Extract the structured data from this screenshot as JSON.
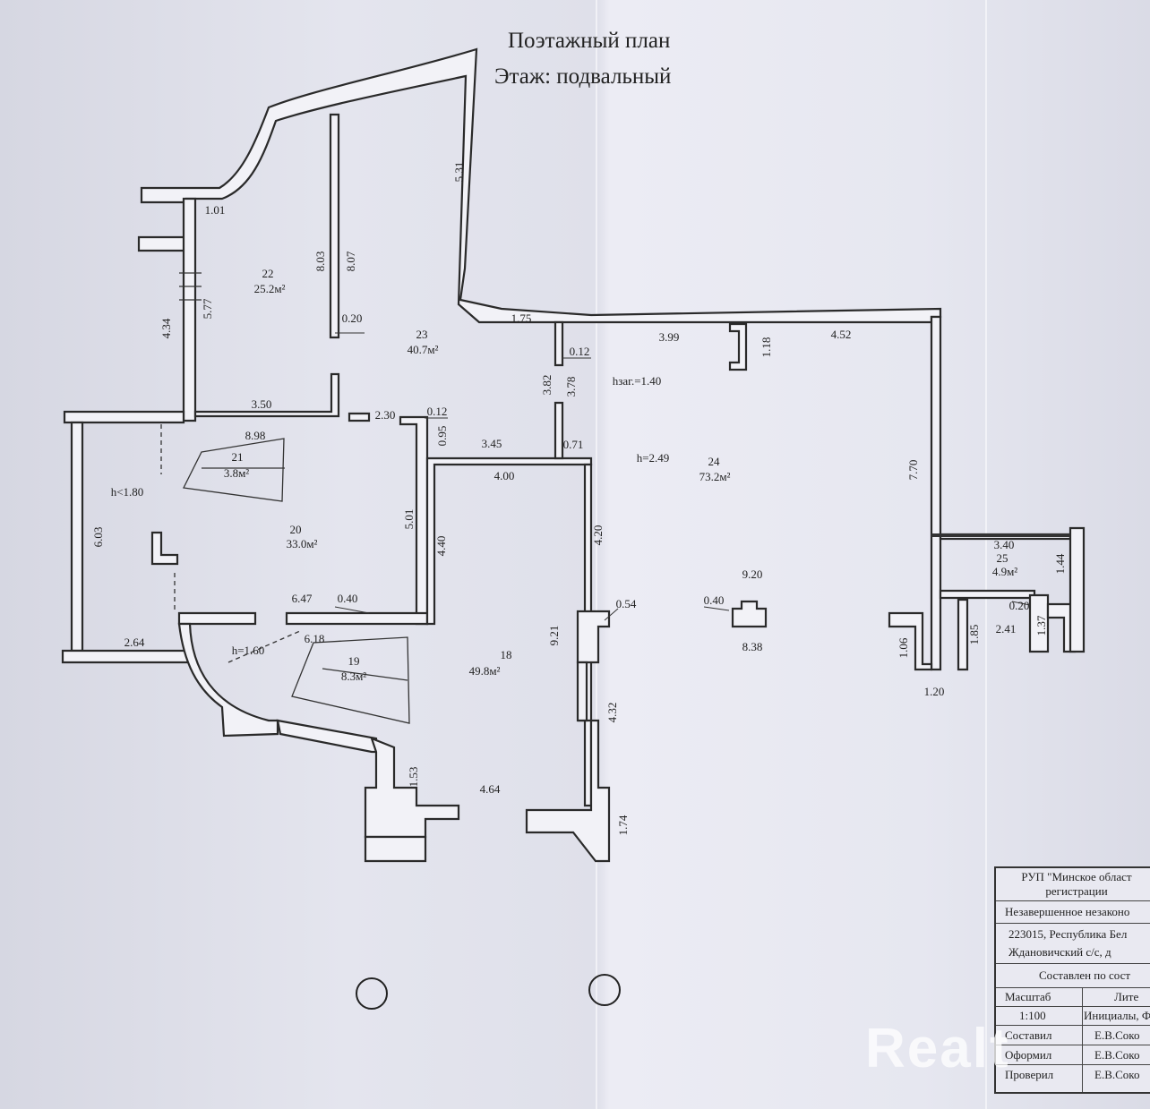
{
  "header": {
    "title": "Поэтажный план",
    "subtitle": "Этаж: подвальный"
  },
  "rooms": [
    {
      "id": "18",
      "num": "18",
      "area": "49.8м²"
    },
    {
      "id": "19",
      "num": "19",
      "area": "8.3м²"
    },
    {
      "id": "20",
      "num": "20",
      "area": "33.0м²"
    },
    {
      "id": "21",
      "num": "21",
      "area": "3.8м²"
    },
    {
      "id": "22",
      "num": "22",
      "area": "25.2м²"
    },
    {
      "id": "23",
      "num": "23",
      "area": "40.7м²"
    },
    {
      "id": "24",
      "num": "24",
      "area": "73.2м²"
    },
    {
      "id": "25",
      "num": "25",
      "area": "4.9м²"
    }
  ],
  "heights": [
    "h<1.80",
    "h=1.60",
    "h=2.49",
    "hзаг.=1.40"
  ],
  "dimensions": [
    "1.01",
    "8.03",
    "8.07",
    "5.31",
    "4.34",
    "5.77",
    "0.20",
    "1.75",
    "0.12",
    "3.99",
    "1.18",
    "4.52",
    "3.82",
    "3.78",
    "3.50",
    "2.30",
    "0.12",
    "0.95",
    "3.45",
    "0.71",
    "8.98",
    "4.00",
    "7.70",
    "6.03",
    "5.01",
    "4.40",
    "4.20",
    "9.20",
    "3.40",
    "1.44",
    "6.47",
    "0.40",
    "0.54",
    "0.40",
    "0.20",
    "2.64",
    "6.18",
    "9.21",
    "8.38",
    "1.85",
    "2.41",
    "1.37",
    "1.06",
    "1.20",
    "4.32",
    "1.53",
    "4.64",
    "1.74"
  ],
  "stamp": {
    "org_line1": "РУП \"Минское област",
    "org_line2": "регистрации",
    "object": "Незавершенное незаконо",
    "address1": "223015, Республика Бел",
    "address2": "Ждановичский с/с, д",
    "compiled_by": "Составлен по сост",
    "scale_label": "Масштаб",
    "scale_value": "1:100",
    "lit_label": "Лите",
    "initials_label": "Инициалы, Ф",
    "rows": [
      {
        "role": "Составил",
        "name": "Е.В.Соко"
      },
      {
        "role": "Оформил",
        "name": "Е.В.Соко"
      },
      {
        "role": "Проверил",
        "name": "Е.В.Соко"
      }
    ]
  },
  "watermark": "Realt"
}
